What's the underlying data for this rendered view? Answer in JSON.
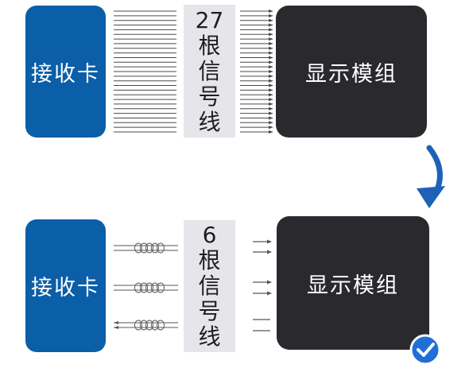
{
  "top": {
    "source_label": "接收卡",
    "count": "27",
    "unit_chars": [
      "根",
      "信",
      "号",
      "线"
    ],
    "target_label": "显示模组",
    "line_count": 27
  },
  "bottom": {
    "source_label": "接收卡",
    "count": "6",
    "unit_chars": [
      "根",
      "信",
      "号",
      "线"
    ],
    "target_label": "显示模组",
    "cable_count": 3,
    "arrow_count": 6
  },
  "colors": {
    "card_blue": "#0b5ea8",
    "module_dark": "#2a2a2e",
    "label_gray": "#e6e6ea",
    "check_blue": "#1f6fd6"
  },
  "icons": {
    "transition": "curved-arrow-down-icon",
    "status": "checkmark-badge-icon"
  }
}
